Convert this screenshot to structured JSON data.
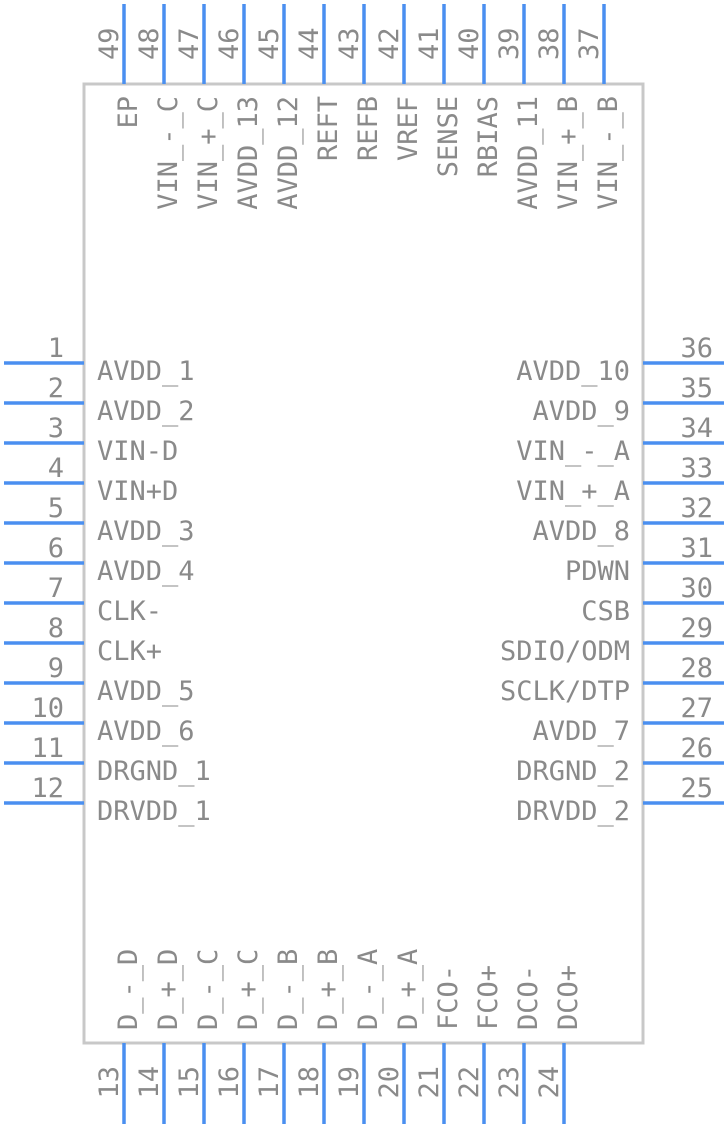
{
  "colors": {
    "pin": "#4a8ff0",
    "body_stroke": "#c8c8c8",
    "text": "#8a8a8a"
  },
  "left_pins": [
    {
      "num": "1",
      "name": "AVDD_1"
    },
    {
      "num": "2",
      "name": "AVDD_2"
    },
    {
      "num": "3",
      "name": "VIN-D"
    },
    {
      "num": "4",
      "name": "VIN+D"
    },
    {
      "num": "5",
      "name": "AVDD_3"
    },
    {
      "num": "6",
      "name": "AVDD_4"
    },
    {
      "num": "7",
      "name": "CLK-"
    },
    {
      "num": "8",
      "name": "CLK+"
    },
    {
      "num": "9",
      "name": "AVDD_5"
    },
    {
      "num": "10",
      "name": "AVDD_6"
    },
    {
      "num": "11",
      "name": "DRGND_1"
    },
    {
      "num": "12",
      "name": "DRVDD_1"
    }
  ],
  "right_pins": [
    {
      "num": "36",
      "name": "AVDD_10"
    },
    {
      "num": "35",
      "name": "AVDD_9"
    },
    {
      "num": "34",
      "name": "VIN_-_A"
    },
    {
      "num": "33",
      "name": "VIN_+_A"
    },
    {
      "num": "32",
      "name": "AVDD_8"
    },
    {
      "num": "31",
      "name": "PDWN"
    },
    {
      "num": "30",
      "name": "CSB"
    },
    {
      "num": "29",
      "name": "SDIO/ODM"
    },
    {
      "num": "28",
      "name": "SCLK/DTP"
    },
    {
      "num": "27",
      "name": "AVDD_7"
    },
    {
      "num": "26",
      "name": "DRGND_2"
    },
    {
      "num": "25",
      "name": "DRVDD_2"
    }
  ],
  "top_pins": [
    {
      "num": "49",
      "name": "EP"
    },
    {
      "num": "48",
      "name": "VIN_-_C"
    },
    {
      "num": "47",
      "name": "VIN_+_C"
    },
    {
      "num": "46",
      "name": "AVDD_13"
    },
    {
      "num": "45",
      "name": "AVDD_12"
    },
    {
      "num": "44",
      "name": "REFT"
    },
    {
      "num": "43",
      "name": "REFB"
    },
    {
      "num": "42",
      "name": "VREF"
    },
    {
      "num": "41",
      "name": "SENSE"
    },
    {
      "num": "40",
      "name": "RBIAS"
    },
    {
      "num": "39",
      "name": "AVDD_11"
    },
    {
      "num": "38",
      "name": "VIN_+_B"
    },
    {
      "num": "37",
      "name": "VIN_-_B"
    }
  ],
  "bottom_pins": [
    {
      "num": "13",
      "name": "D_-_D"
    },
    {
      "num": "14",
      "name": "D_+_D"
    },
    {
      "num": "15",
      "name": "D_-_C"
    },
    {
      "num": "16",
      "name": "D_+_C"
    },
    {
      "num": "17",
      "name": "D_-_B"
    },
    {
      "num": "18",
      "name": "D_+_B"
    },
    {
      "num": "19",
      "name": "D_-_A"
    },
    {
      "num": "20",
      "name": "D_+_A"
    },
    {
      "num": "21",
      "name": "FCO-"
    },
    {
      "num": "22",
      "name": "FCO+"
    },
    {
      "num": "23",
      "name": "DCO-"
    },
    {
      "num": "24",
      "name": "DCO+"
    }
  ]
}
